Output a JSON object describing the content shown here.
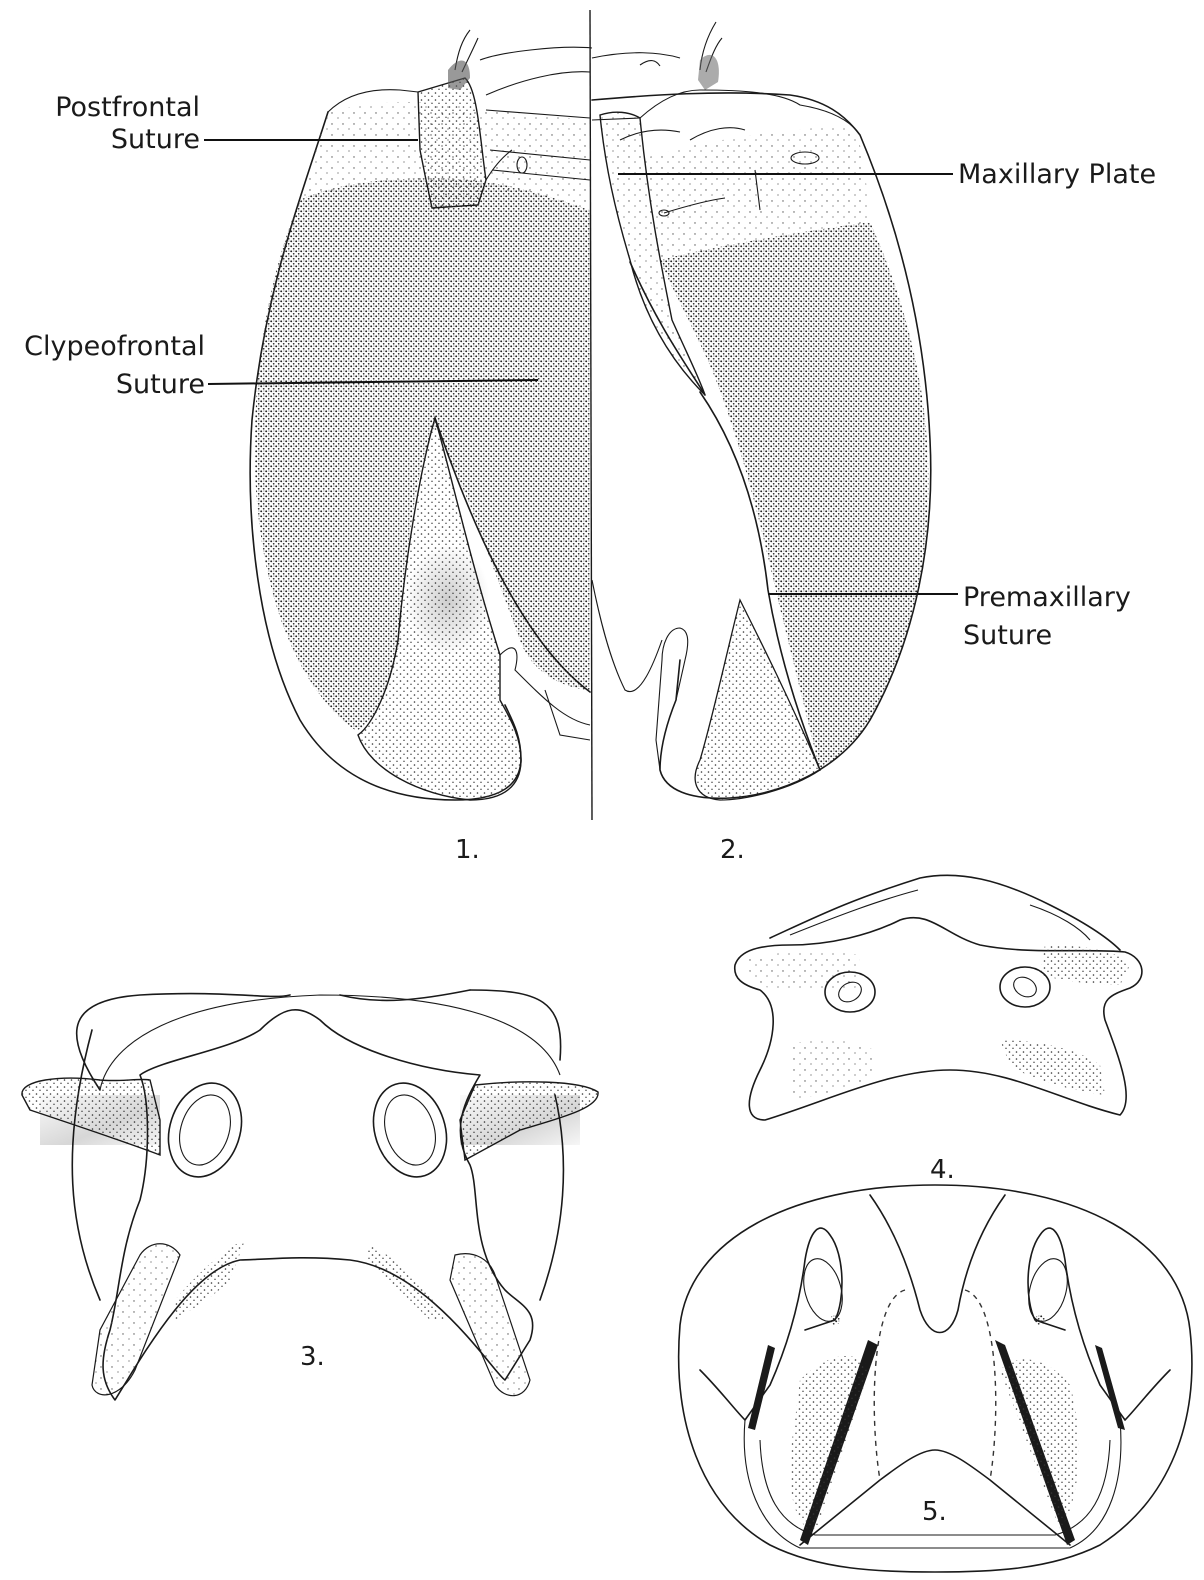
{
  "labels": {
    "postfrontal_line1": "Postfrontal",
    "postfrontal_line2": "Suture",
    "clypeofrontal_line1": "Clypeofrontal",
    "clypeofrontal_line2": "Suture",
    "maxillary_plate": "Maxillary   Plate",
    "premaxillary_line1": "Premaxillary",
    "premaxillary_line2": "Suture"
  },
  "figures": {
    "fig1": "1.",
    "fig2": "2.",
    "fig3": "3.",
    "fig4": "4.",
    "fig5": "5."
  }
}
